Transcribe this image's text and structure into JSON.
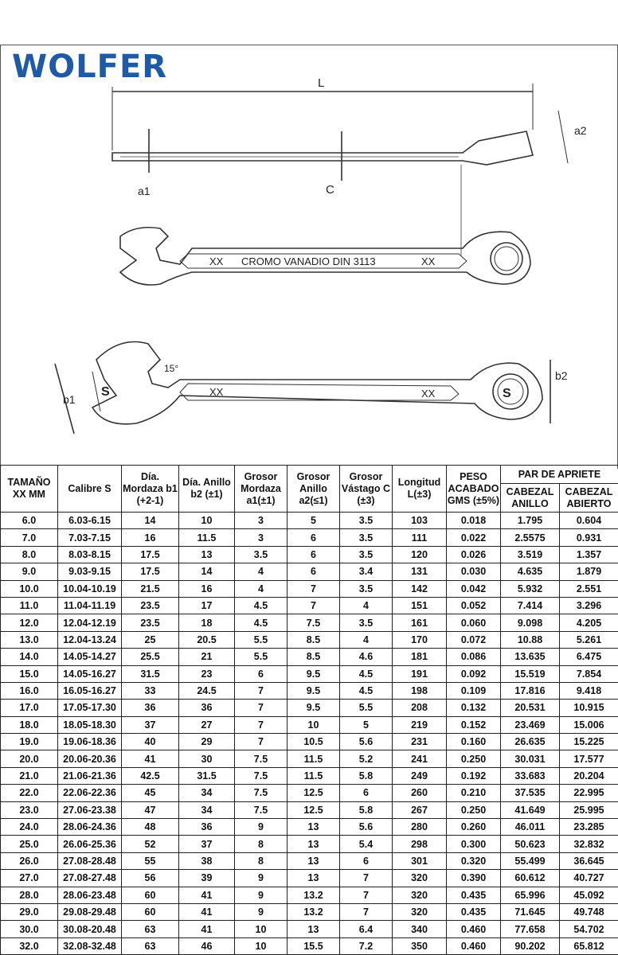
{
  "brand": "WOLFER",
  "drawing": {
    "label_L": "L",
    "label_a1": "a1",
    "label_a2": "a2",
    "label_C": "C",
    "label_b1": "b1",
    "label_b2": "b2",
    "label_S1": "S",
    "label_S2": "S",
    "label_angle": "15°",
    "stamp_left": "XX",
    "stamp_center": "CROMO VANADIO DIN 3113",
    "stamp_right": "XX",
    "stamp2_left": "XX",
    "stamp2_right": "XX"
  },
  "table": {
    "headers": {
      "size": "TAMAÑO XX MM",
      "calibre": "Calibre S",
      "dia_mordaza": "Día. Mordaza b1 (+2-1)",
      "dia_anillo": "Día. Anillo b2 (±1)",
      "grosor_mordaza": "Grosor Mordaza a1(±1)",
      "grosor_anillo": "Grosor Anillo a2(≤1)",
      "grosor_vastago": "Grosor Vástago C (±3)",
      "longitud": "Longitud L(±3)",
      "peso": "PESO ACABADO GMS (±5%)",
      "par": "PAR DE APRIETE",
      "cabezal_anillo": "CABEZAL ANILLO",
      "cabezal_abierto": "CABEZAL ABIERTO"
    },
    "rows": [
      [
        "6.0",
        "6.03-6.15",
        "14",
        "10",
        "3",
        "5",
        "3.5",
        "103",
        "0.018",
        "1.795",
        "0.604"
      ],
      [
        "7.0",
        "7.03-7.15",
        "16",
        "11.5",
        "3",
        "6",
        "3.5",
        "111",
        "0.022",
        "2.5575",
        "0.931"
      ],
      [
        "8.0",
        "8.03-8.15",
        "17.5",
        "13",
        "3.5",
        "6",
        "3.5",
        "120",
        "0.026",
        "3.519",
        "1.357"
      ],
      [
        "9.0",
        "9.03-9.15",
        "17.5",
        "14",
        "4",
        "6",
        "3.4",
        "131",
        "0.030",
        "4.635",
        "1.879"
      ],
      [
        "10.0",
        "10.04-10.19",
        "21.5",
        "16",
        "4",
        "7",
        "3.5",
        "142",
        "0.042",
        "5.932",
        "2.551"
      ],
      [
        "11.0",
        "11.04-11.19",
        "23.5",
        "17",
        "4.5",
        "7",
        "4",
        "151",
        "0.052",
        "7.414",
        "3.296"
      ],
      [
        "12.0",
        "12.04-12.19",
        "23.5",
        "18",
        "4.5",
        "7.5",
        "3.5",
        "161",
        "0.060",
        "9.098",
        "4.205"
      ],
      [
        "13.0",
        "12.04-13.24",
        "25",
        "20.5",
        "5.5",
        "8.5",
        "4",
        "170",
        "0.072",
        "10.88",
        "5.261"
      ],
      [
        "14.0",
        "14.05-14.27",
        "25.5",
        "21",
        "5.5",
        "8.5",
        "4.6",
        "181",
        "0.086",
        "13.635",
        "6.475"
      ],
      [
        "15.0",
        "14.05-16.27",
        "31.5",
        "23",
        "6",
        "9.5",
        "4.5",
        "191",
        "0.092",
        "15.519",
        "7.854"
      ],
      [
        "16.0",
        "16.05-16.27",
        "33",
        "24.5",
        "7",
        "9.5",
        "4.5",
        "198",
        "0.109",
        "17.816",
        "9.418"
      ],
      [
        "17.0",
        "17.05-17.30",
        "36",
        "36",
        "7",
        "9.5",
        "5.5",
        "208",
        "0.132",
        "20.531",
        "10.915"
      ],
      [
        "18.0",
        "18.05-18.30",
        "37",
        "27",
        "7",
        "10",
        "5",
        "219",
        "0.152",
        "23.469",
        "15.006"
      ],
      [
        "19.0",
        "19.06-18.36",
        "40",
        "29",
        "7",
        "10.5",
        "5.6",
        "231",
        "0.160",
        "26.635",
        "15.225"
      ],
      [
        "20.0",
        "20.06-20.36",
        "41",
        "30",
        "7.5",
        "11.5",
        "5.2",
        "241",
        "0.250",
        "30.031",
        "17.577"
      ],
      [
        "21.0",
        "21.06-21.36",
        "42.5",
        "31.5",
        "7.5",
        "11.5",
        "5.8",
        "249",
        "0.192",
        "33.683",
        "20.204"
      ],
      [
        "22.0",
        "22.06-22.36",
        "45",
        "34",
        "7.5",
        "12.5",
        "6",
        "260",
        "0.210",
        "37.535",
        "22.995"
      ],
      [
        "23.0",
        "27.06-23.38",
        "47",
        "34",
        "7.5",
        "12.5",
        "5.8",
        "267",
        "0.250",
        "41.649",
        "25.995"
      ],
      [
        "24.0",
        "28.06-24.36",
        "48",
        "36",
        "9",
        "13",
        "5.6",
        "280",
        "0.260",
        "46.011",
        "23.285"
      ],
      [
        "25.0",
        "26.06-25.36",
        "52",
        "37",
        "8",
        "13",
        "5.4",
        "298",
        "0.300",
        "50.623",
        "32.832"
      ],
      [
        "26.0",
        "27.08-28.48",
        "55",
        "38",
        "8",
        "13",
        "6",
        "301",
        "0.320",
        "55.499",
        "36.645"
      ],
      [
        "27.0",
        "27.08-27.48",
        "56",
        "39",
        "9",
        "13",
        "7",
        "320",
        "0.390",
        "60.612",
        "40.727"
      ],
      [
        "28.0",
        "28.06-23.48",
        "60",
        "41",
        "9",
        "13.2",
        "7",
        "320",
        "0.435",
        "65.996",
        "45.092"
      ],
      [
        "29.0",
        "29.08-29.48",
        "60",
        "41",
        "9",
        "13.2",
        "7",
        "320",
        "0.435",
        "71.645",
        "49.748"
      ],
      [
        "30.0",
        "30.08-20.48",
        "63",
        "41",
        "10",
        "13",
        "6.4",
        "340",
        "0.460",
        "77.658",
        "54.702"
      ],
      [
        "32.0",
        "32.08-32.48",
        "63",
        "46",
        "10",
        "15.5",
        "7.2",
        "350",
        "0.460",
        "90.202",
        "65.812"
      ]
    ]
  }
}
